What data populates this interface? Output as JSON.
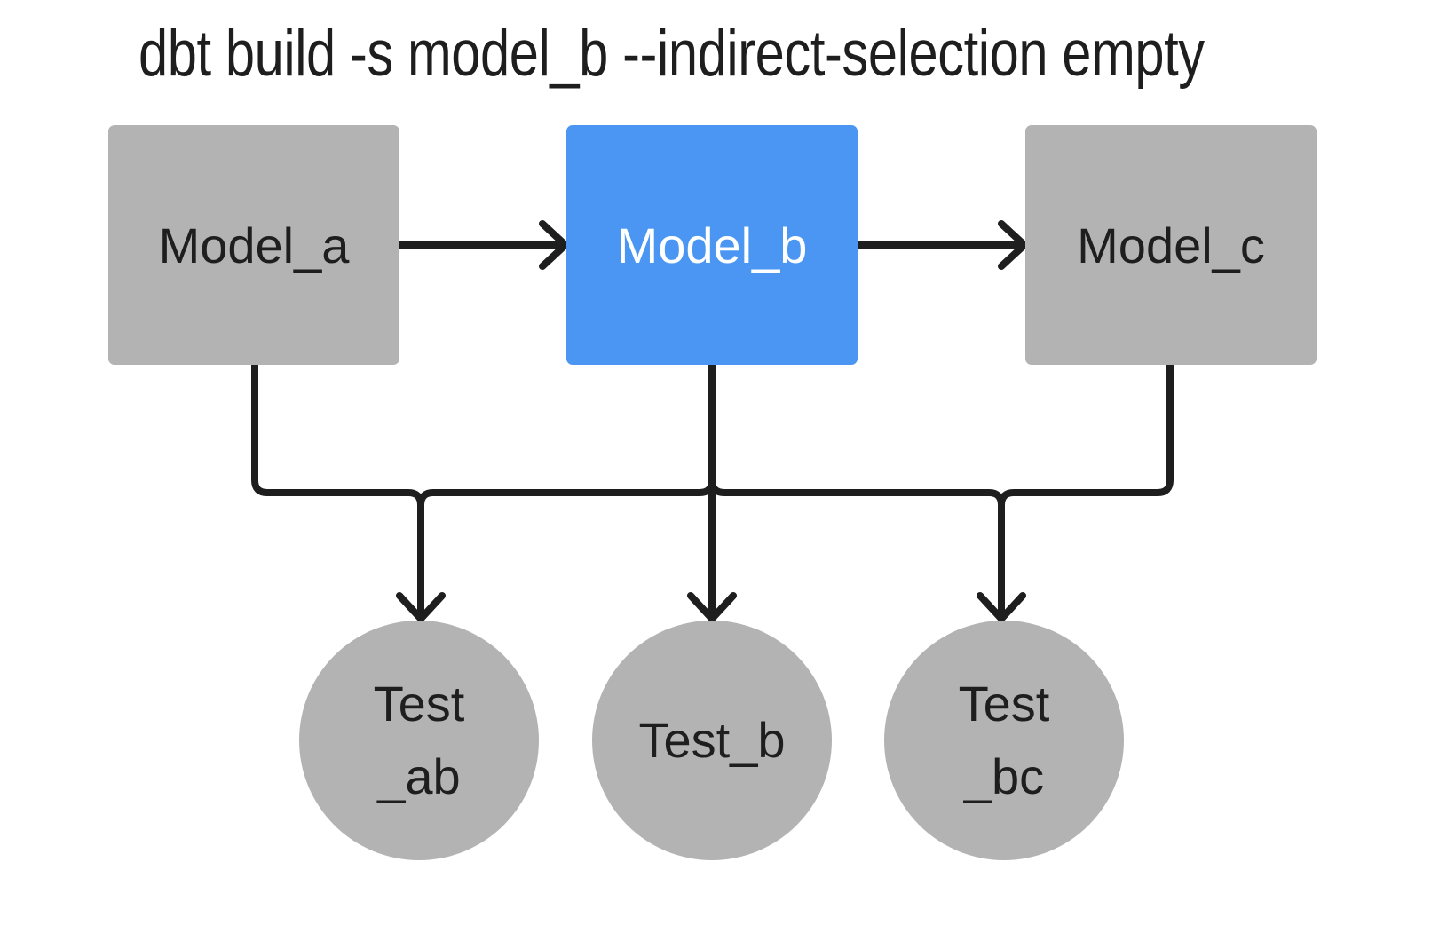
{
  "title": "dbt build -s model_b --indirect-selection empty",
  "colors": {
    "background": "#ffffff",
    "node-gray": "#b3b3b3",
    "accent-blue": "#4a96f2",
    "line": "#1e1e1e",
    "text-dark": "#1e1e1e",
    "text-light": "#ffffff"
  },
  "nodes": {
    "model_a": {
      "label": "Model_a",
      "shape": "rectangle",
      "fill": "gray"
    },
    "model_b": {
      "label": "Model_b",
      "shape": "rectangle",
      "fill": "blue",
      "selected": true
    },
    "model_c": {
      "label": "Model_c",
      "shape": "rectangle",
      "fill": "gray"
    },
    "test_ab": {
      "label": "Test\n_ab",
      "shape": "circle",
      "fill": "gray"
    },
    "test_b": {
      "label": "Test_b",
      "shape": "circle",
      "fill": "gray"
    },
    "test_bc": {
      "label": "Test\n_bc",
      "shape": "circle",
      "fill": "gray"
    }
  },
  "edges": [
    {
      "from": "model_a",
      "to": "model_b",
      "arrow": true
    },
    {
      "from": "model_b",
      "to": "model_c",
      "arrow": true
    },
    {
      "from": "model_a",
      "to": "test_ab",
      "arrow": true
    },
    {
      "from": "model_b",
      "to": "test_ab",
      "arrow": true
    },
    {
      "from": "model_b",
      "to": "test_b",
      "arrow": true
    },
    {
      "from": "model_b",
      "to": "test_bc",
      "arrow": true
    },
    {
      "from": "model_c",
      "to": "test_bc",
      "arrow": true
    }
  ]
}
